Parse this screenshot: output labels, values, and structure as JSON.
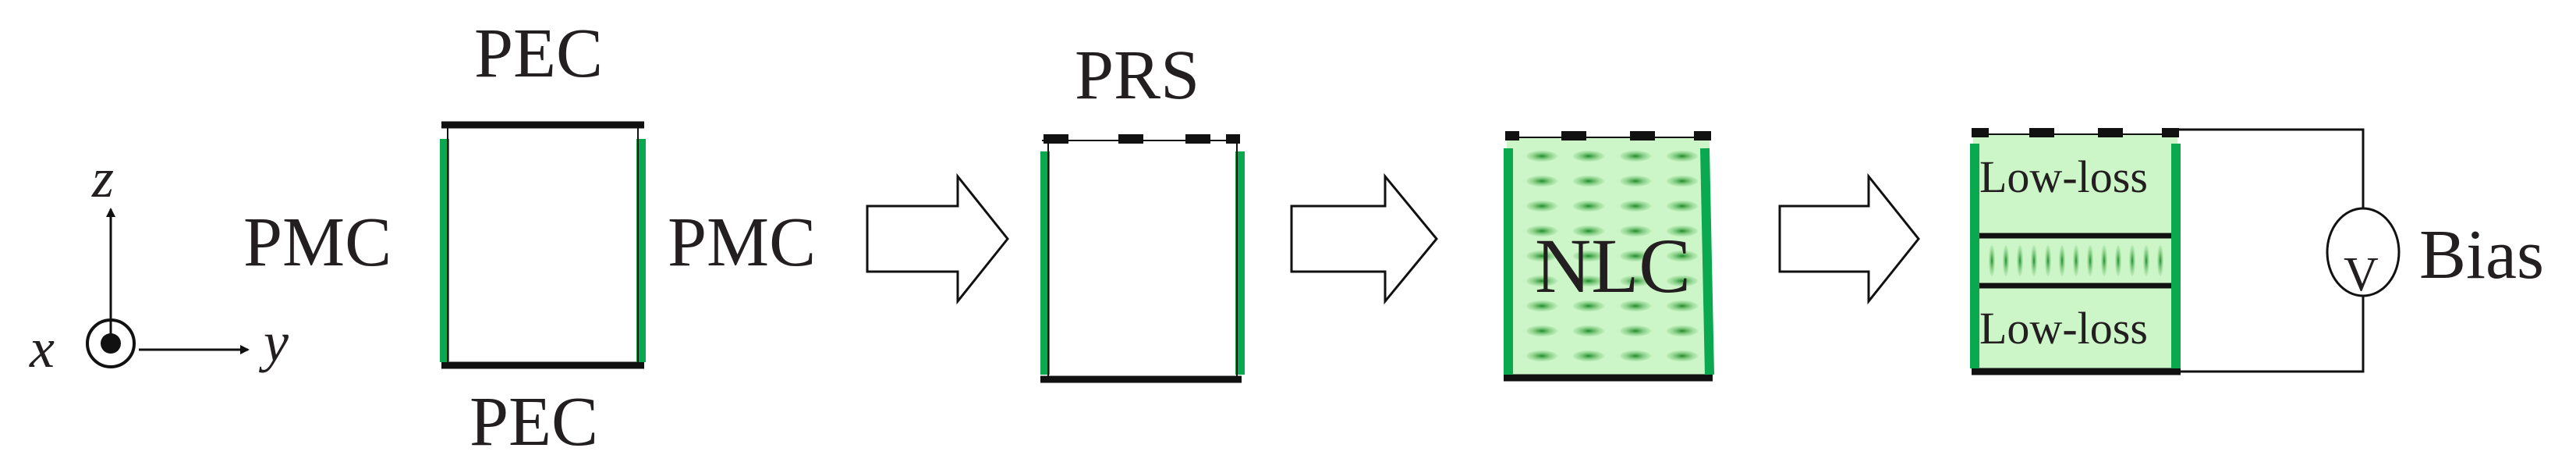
{
  "axes": {
    "z_label": "z",
    "y_label": "y",
    "x_label": "x"
  },
  "stage1": {
    "top_label": "PEC",
    "bottom_label": "PEC",
    "left_label": "PMC",
    "right_label": "PMC"
  },
  "stage2": {
    "top_label": "PRS"
  },
  "stage3": {
    "center_label": "NLC"
  },
  "stage4": {
    "upper_label": "Low-loss",
    "lower_label": "Low-loss",
    "meter_label": "V",
    "bias_label": "Bias"
  },
  "colors": {
    "boundary_black": "#111111",
    "pmc_green": "#0aa84f",
    "lc_fill": "#ccf5c8",
    "lc_molecule": "#2e9e3a"
  }
}
